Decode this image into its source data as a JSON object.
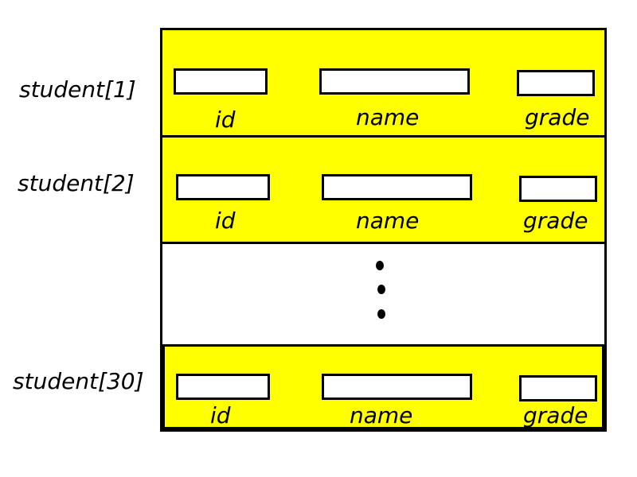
{
  "rows": [
    {
      "label": "student[1]",
      "fields": {
        "id": "id",
        "name": "name",
        "grade": "grade"
      }
    },
    {
      "label": "student[2]",
      "fields": {
        "id": "id",
        "name": "name",
        "grade": "grade"
      }
    },
    {
      "label": "student[30]",
      "fields": {
        "id": "id",
        "name": "name",
        "grade": "grade"
      }
    }
  ],
  "colors": {
    "record_fill": "#ffff00",
    "outline": "#000000",
    "field_fill": "#ffffff"
  },
  "ellipsis": "vertical-dots"
}
